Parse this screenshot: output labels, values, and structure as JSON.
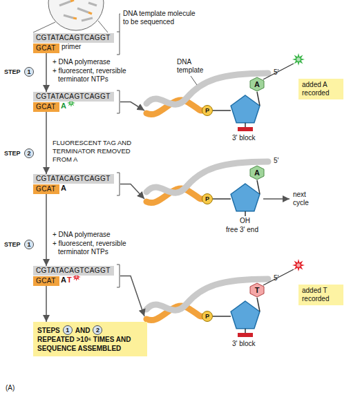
{
  "diagram": {
    "nodes": [
      {
        "text": [
          "CGTATACAGTCAGGT"
        ]
      },
      {
        "text": [
          "GCAT"
        ]
      },
      {
        "text": [
          "1"
        ]
      },
      {
        "text": [
          "CGTATACAGTCAGGT"
        ]
      },
      {
        "text": [
          "GCAT"
        ]
      },
      {
        "text": [
          "P"
        ]
      },
      {
        "text": [
          "A"
        ]
      },
      {
        "text": [
          "added A recorded"
        ]
      },
      {
        "text": [
          "2"
        ]
      },
      {
        "text": [
          "CGTATACAGTCAGGT"
        ]
      },
      {
        "text": [
          "GCAT"
        ]
      },
      {
        "text": [
          "P"
        ]
      },
      {
        "text": [
          "A"
        ]
      },
      {
        "text": [
          "1"
        ]
      },
      {
        "text": [
          "CGTATACAGTCAGGT"
        ]
      },
      {
        "text": [
          "GCAT"
        ]
      },
      {
        "text": [
          "P"
        ]
      },
      {
        "text": [
          "T"
        ]
      },
      {
        "text": [
          "added T recorded"
        ]
      },
      {
        "text": [
          "STEPS",
          "AND",
          "REPEATED >10⁶ TIMES AND SEQUENCE ASSEMBLED"
        ]
      },
      {
        "text": [
          "1"
        ],
        "in": 19
      },
      {
        "text": [
          "2"
        ],
        "in": 19
      }
    ],
    "edges": [
      {
        "from": 1,
        "to": 3,
        "arrow": "to"
      },
      {
        "from": 4,
        "to": 9,
        "arrow": "to"
      },
      {
        "from": 10,
        "to": 14,
        "arrow": "to"
      },
      {
        "from": 15,
        "to": 19,
        "arrow": "to"
      }
    ],
    "labels": [
      "DNA template molecule to be sequenced",
      "primer",
      "STEP",
      "+ DNA polymerase",
      "+ fluorescent, reversible terminator NTPs",
      "A",
      "DNA template",
      "5'",
      "3' block",
      "STEP",
      "FLUORESCENT TAG AND TERMINATOR REMOVED FROM A",
      "A",
      "5'",
      "OH",
      "free 3' end",
      "next cycle",
      "STEP",
      "+ DNA polymerase",
      "+ fluorescent, reversible terminator NTPs",
      "A",
      "T",
      "5'",
      "3' block",
      "(A)"
    ]
  }
}
